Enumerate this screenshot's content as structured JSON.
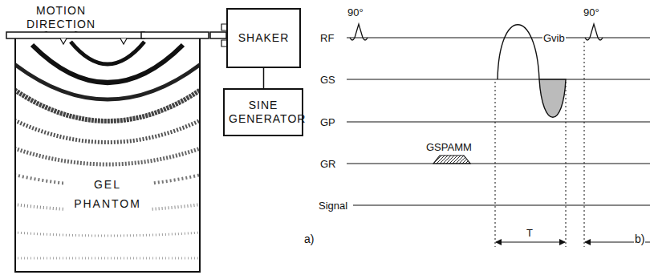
{
  "diagram": {
    "nodes": [
      {
        "text": [
          "GEL PHANTOM"
        ]
      },
      {
        "text": [
          "SHAKER"
        ]
      },
      {
        "text": [
          "SINE GENERATOR"
        ]
      }
    ],
    "edges": [
      {
        "from": 1,
        "to": 2,
        "arrow": "none"
      }
    ],
    "labels": [
      "MOTION DIRECTION",
      "a)",
      "90°",
      "90°",
      "RF",
      "GS",
      "GP",
      "GR",
      "Signal",
      "Gvib",
      "GSPAMM",
      "T",
      "b)"
    ]
  }
}
